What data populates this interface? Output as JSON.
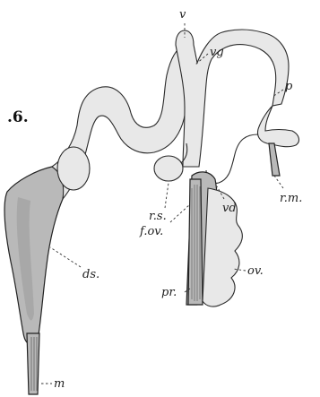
{
  "figure": {
    "number": ".6.",
    "labels": {
      "v": "v",
      "vg": "vg",
      "p": "p",
      "rs": "r.s.",
      "rm": "r.m.",
      "vd": "vd",
      "fov": "f.ov.",
      "pr": "pr.",
      "ov": "ov.",
      "ds": "ds.",
      "m": "m"
    }
  }
}
